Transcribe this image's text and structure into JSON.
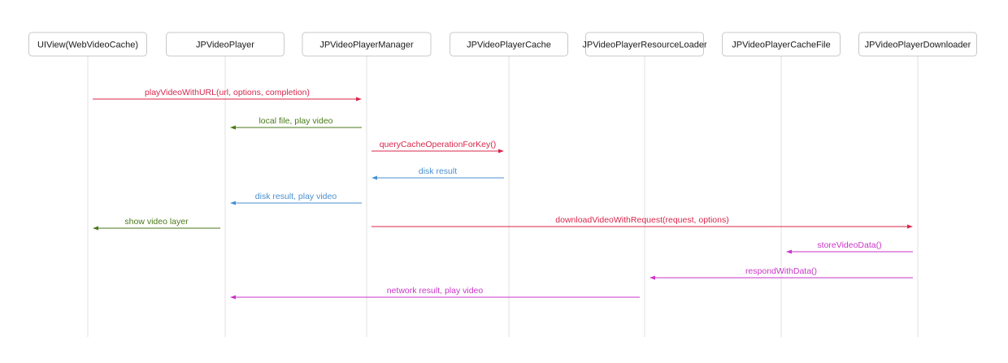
{
  "participants": [
    {
      "id": "uiview",
      "label": "UIView(WebVideoCache)"
    },
    {
      "id": "player",
      "label": "JPVideoPlayer"
    },
    {
      "id": "manager",
      "label": "JPVideoPlayerManager"
    },
    {
      "id": "cache",
      "label": "JPVideoPlayerCache"
    },
    {
      "id": "loader",
      "label": "JPVideoPlayerResourceLoader"
    },
    {
      "id": "cachefile",
      "label": "JPVideoPlayerCacheFile"
    },
    {
      "id": "downloader",
      "label": "JPVideoPlayerDownloader"
    }
  ],
  "messages": [
    {
      "from": "uiview",
      "to": "manager",
      "label": "playVideoWithURL(url, options, completion)",
      "color": "#d8274b"
    },
    {
      "from": "manager",
      "to": "player",
      "label": "local file, play video",
      "color": "#4a7a1a"
    },
    {
      "from": "manager",
      "to": "cache",
      "label": "queryCacheOperationForKey()",
      "color": "#d8274b"
    },
    {
      "from": "cache",
      "to": "manager",
      "label": "disk result",
      "color": "#4a90d0"
    },
    {
      "from": "manager",
      "to": "player",
      "label": "disk result, play video",
      "color": "#4a90d0"
    },
    {
      "from": "player",
      "to": "uiview",
      "label": "show video layer",
      "color": "#4a7a1a"
    },
    {
      "from": "manager",
      "to": "downloader",
      "label": "downloadVideoWithRequest(request, options)",
      "color": "#d8274b"
    },
    {
      "from": "downloader",
      "to": "cachefile",
      "label": "storeVideoData()",
      "color": "#c936c9"
    },
    {
      "from": "downloader",
      "to": "loader",
      "label": "respondWithData()",
      "color": "#c936c9"
    },
    {
      "from": "loader",
      "to": "player",
      "label": "network result, play video",
      "color": "#c936c9"
    }
  ]
}
